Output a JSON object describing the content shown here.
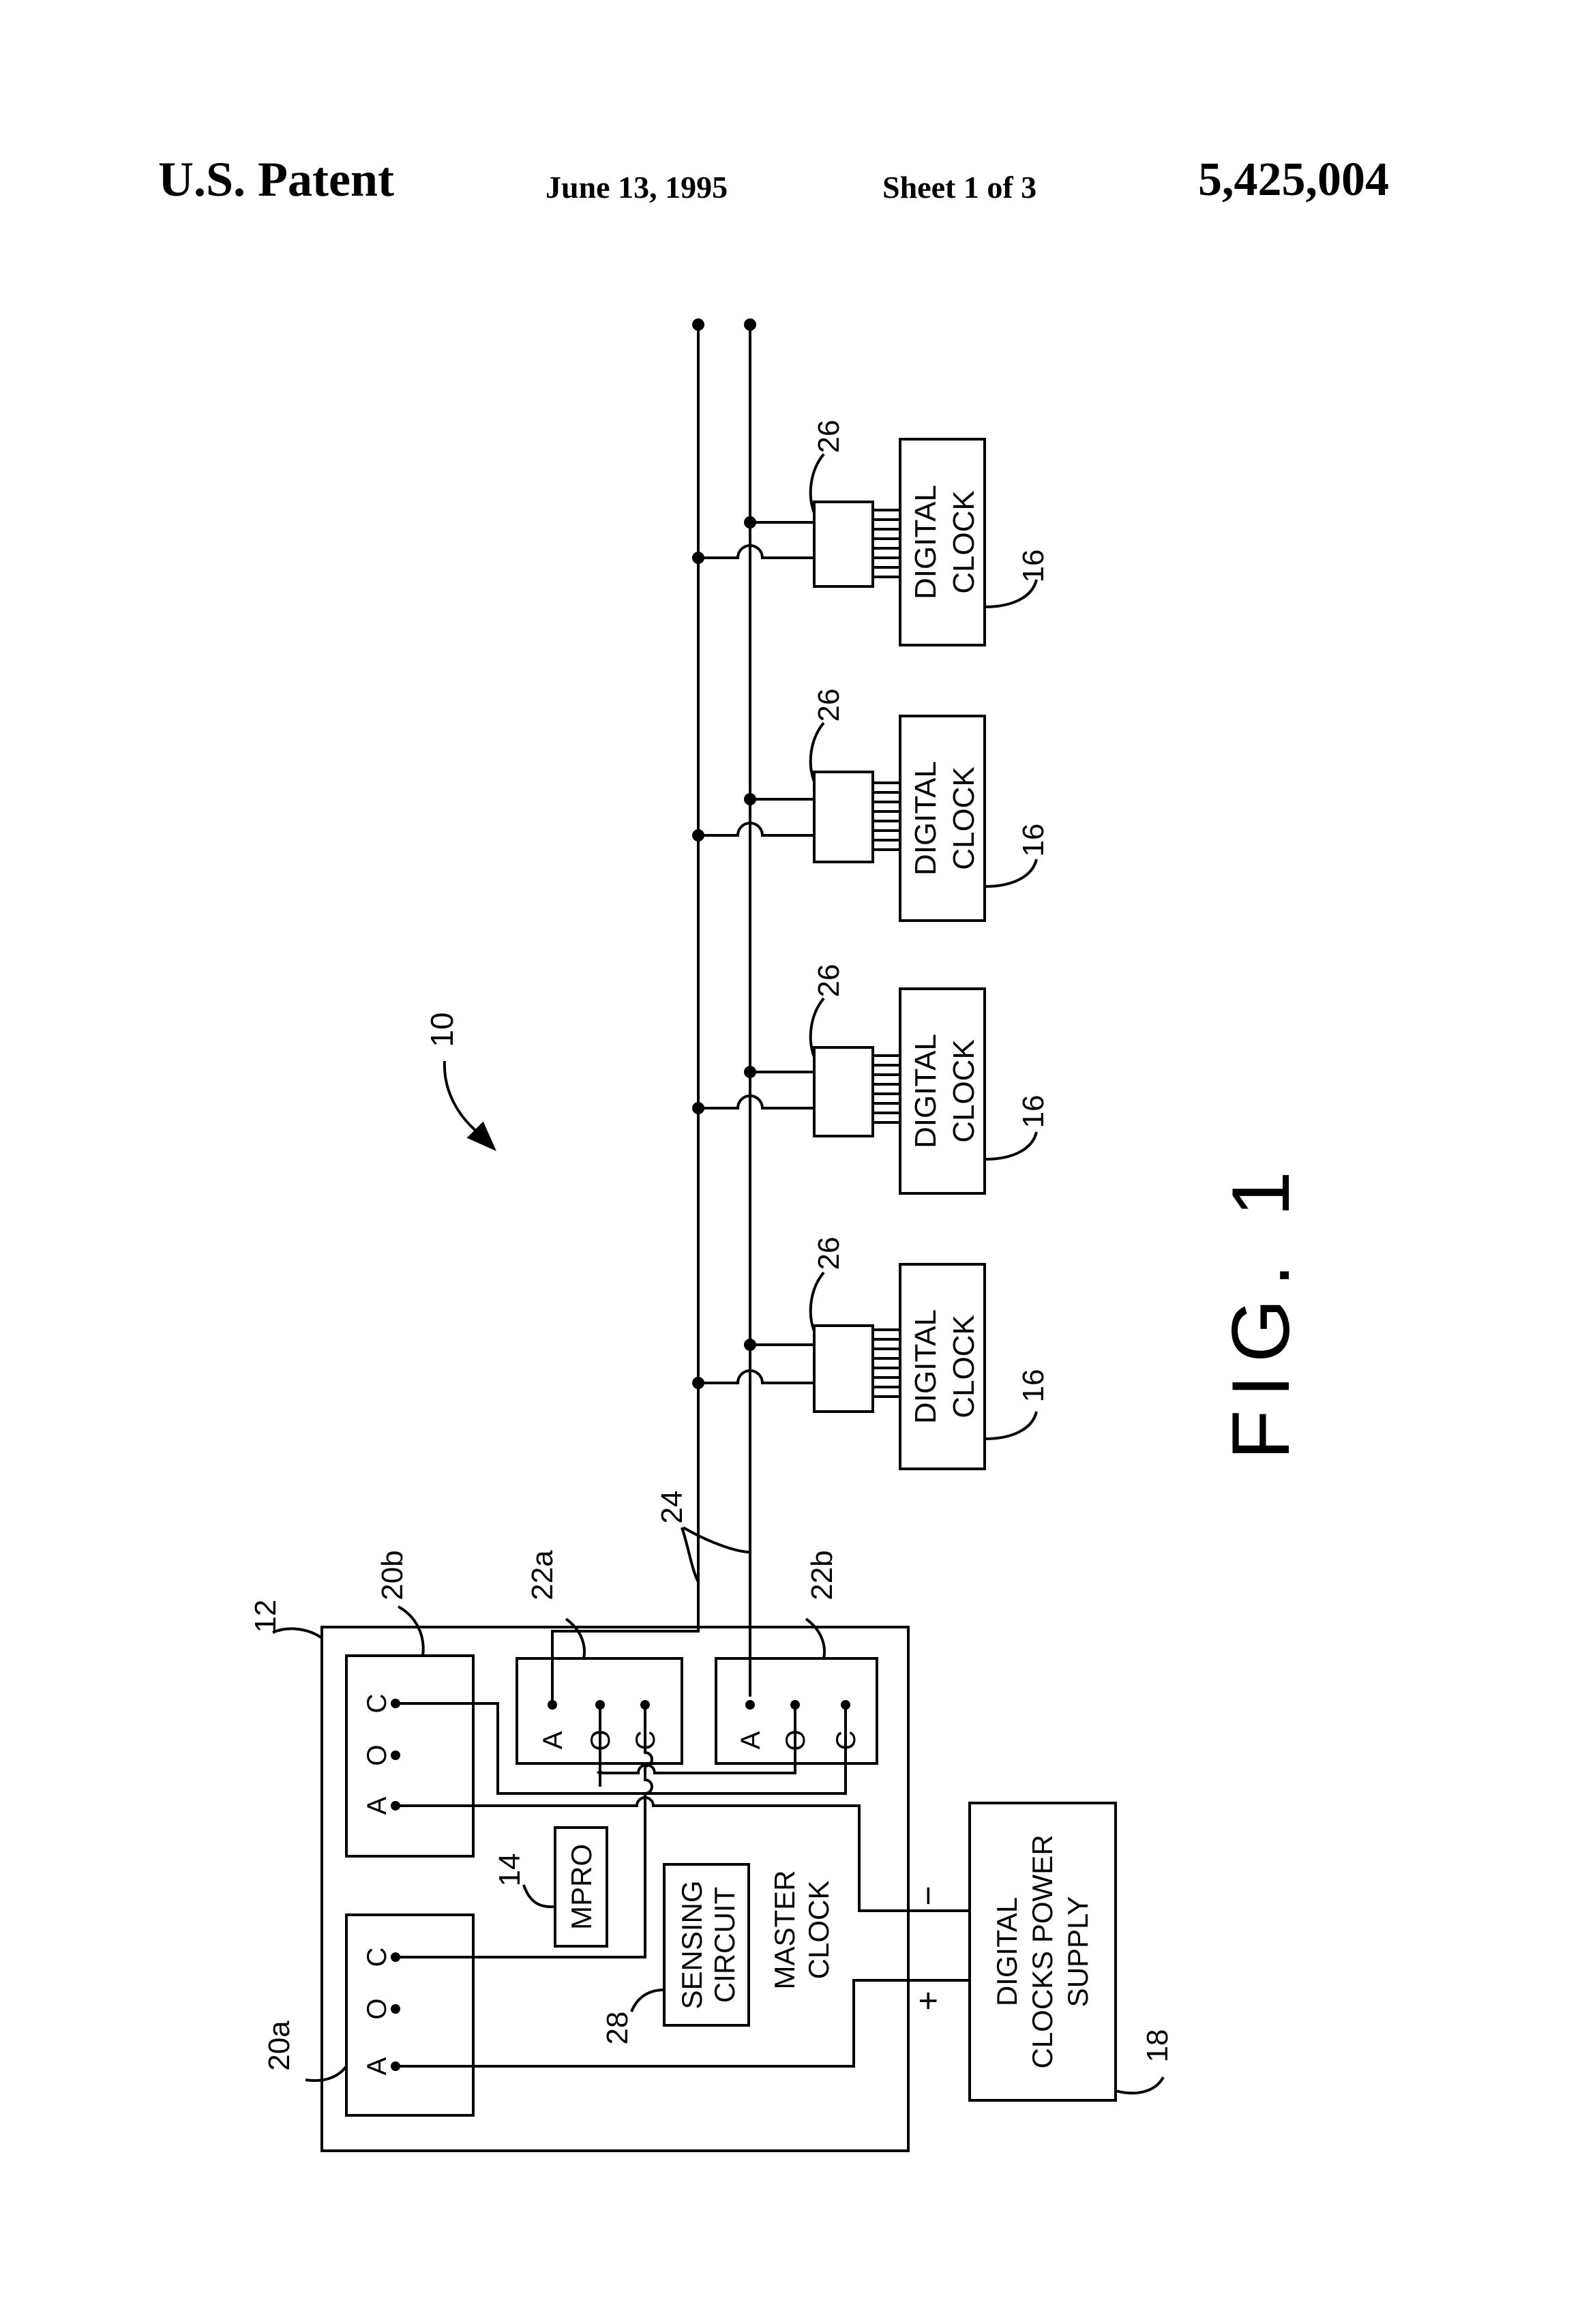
{
  "header": {
    "left": "U.S. Patent",
    "date": "June 13, 1995",
    "sheet": "Sheet 1 of 3",
    "patent_number": "5,425,004"
  },
  "figure": {
    "label": "FIG. 1",
    "system_ref": "10",
    "master_clock": {
      "ref": "12",
      "label_line1": "MASTER",
      "label_line2": "CLOCK",
      "mpro": {
        "ref": "14",
        "label": "MPRO"
      },
      "sensing": {
        "ref": "28",
        "label_line1": "SENSING",
        "label_line2": "CIRCUIT"
      },
      "relay_20a": {
        "ref": "20a",
        "terminals": [
          "A",
          "O",
          "C"
        ]
      },
      "relay_20b": {
        "ref": "20b",
        "terminals": [
          "A",
          "O",
          "C"
        ]
      },
      "relay_22a": {
        "ref": "22a",
        "terminals": [
          "A",
          "O",
          "C"
        ]
      },
      "relay_22b": {
        "ref": "22b",
        "terminals": [
          "A",
          "O",
          "C"
        ]
      }
    },
    "bus_ref": "24",
    "power_supply": {
      "ref": "18",
      "label_line1": "DIGITAL",
      "label_line2": "CLOCKS POWER",
      "label_line3": "SUPPLY",
      "minus": "−",
      "plus": "+"
    },
    "clocks": [
      {
        "ref": "16",
        "interface_ref": "26",
        "label_line1": "DIGITAL",
        "label_line2": "CLOCK"
      },
      {
        "ref": "16",
        "interface_ref": "26",
        "label_line1": "DIGITAL",
        "label_line2": "CLOCK"
      },
      {
        "ref": "16",
        "interface_ref": "26",
        "label_line1": "DIGITAL",
        "label_line2": "CLOCK"
      },
      {
        "ref": "16",
        "interface_ref": "26",
        "label_line1": "DIGITAL",
        "label_line2": "CLOCK"
      }
    ]
  }
}
